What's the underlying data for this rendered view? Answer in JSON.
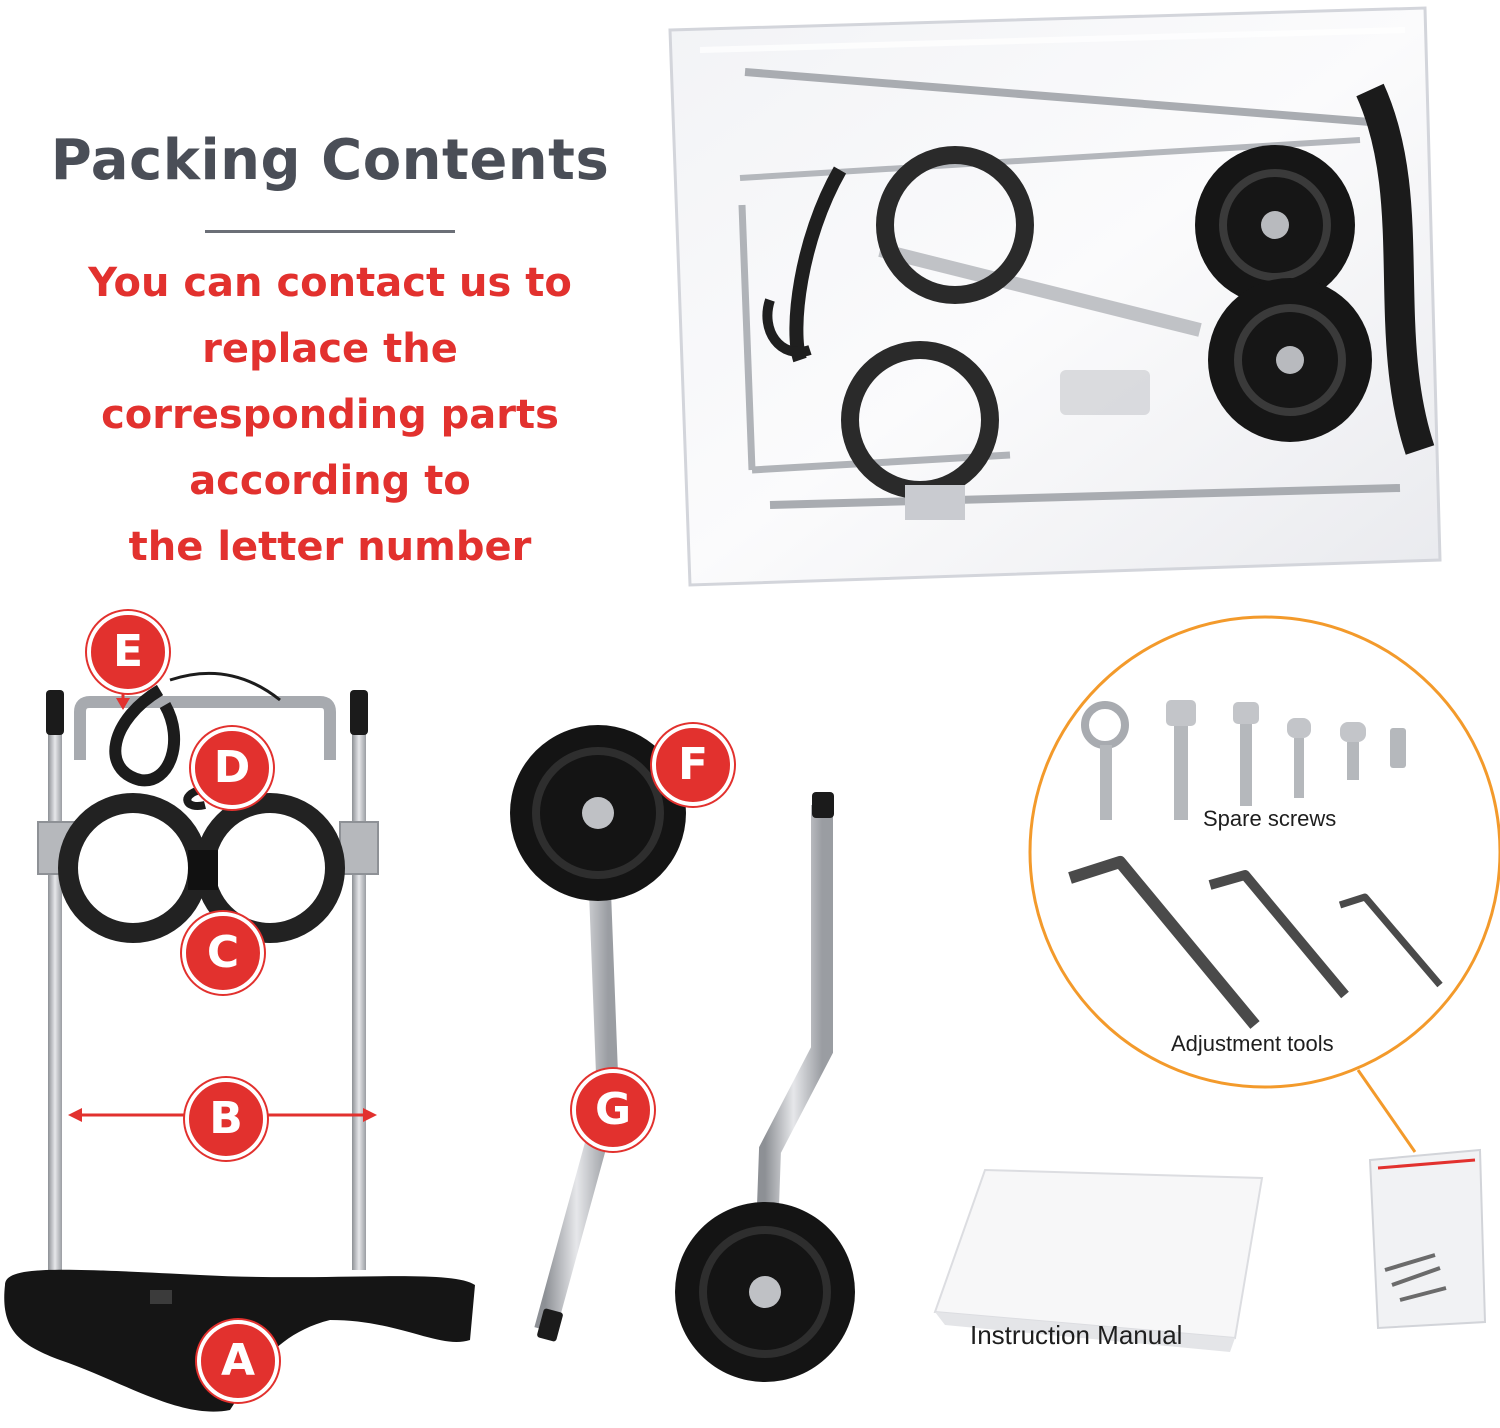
{
  "heading": {
    "title": "Packing Contents",
    "subtitle_lines": [
      "You can contact us to replace the",
      "corresponding parts according to",
      "the letter number"
    ]
  },
  "part_labels": {
    "a": "A",
    "b": "B",
    "c": "C",
    "d": "D",
    "e": "E",
    "f": "F",
    "g": "G"
  },
  "accessory_labels": {
    "spare_screws": "Spare screws",
    "adjustment_tools": "Adjustment tools",
    "instruction_manual": "Instruction Manual"
  },
  "colors": {
    "title": "#4a4e57",
    "accent_red": "#e2312e",
    "callout_orange": "#f39a2b"
  }
}
